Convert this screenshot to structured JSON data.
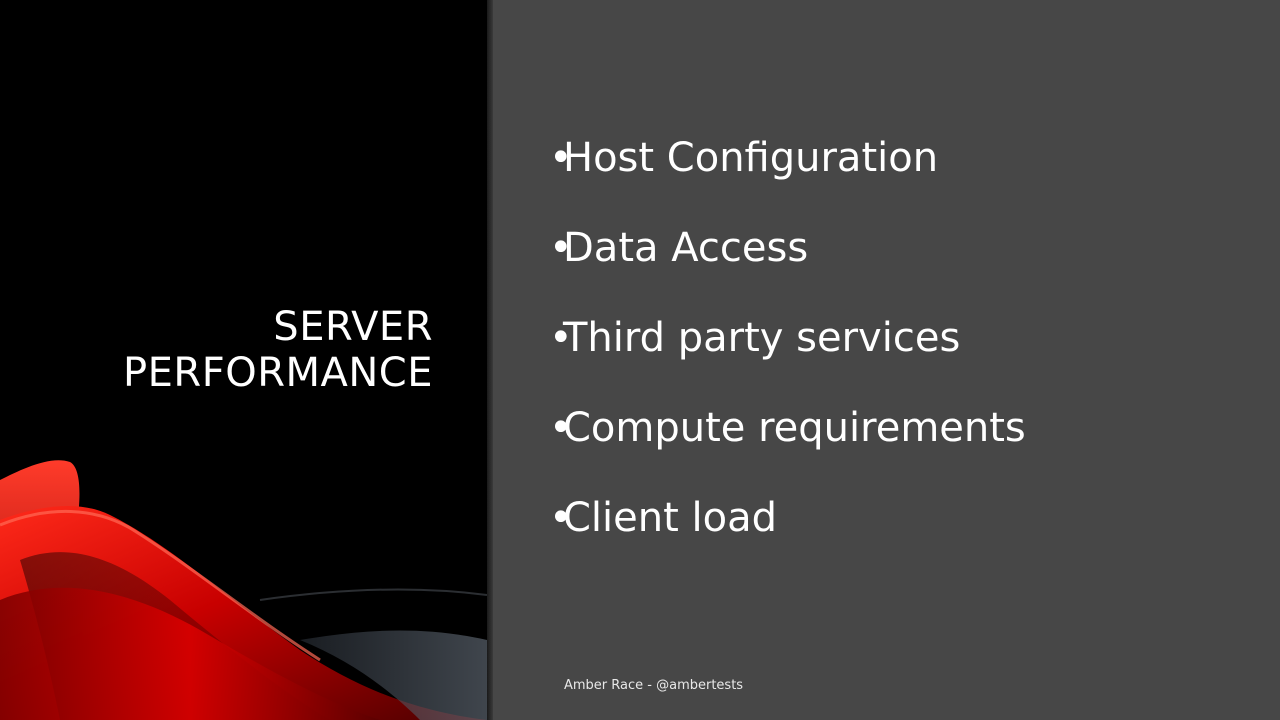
{
  "slide": {
    "title_lines": [
      "SERVER",
      "PERFORMANCE"
    ],
    "bullets": [
      "Host Configuration",
      "Data Access",
      "Third party services",
      "Compute requirements",
      "Client load"
    ],
    "bullet_glyph": "•",
    "footer": "Amber Race - @ambertests"
  },
  "colors": {
    "left_background": "#000000",
    "right_background": "#474747",
    "text": "#ffffff",
    "accent": "#e00000"
  }
}
